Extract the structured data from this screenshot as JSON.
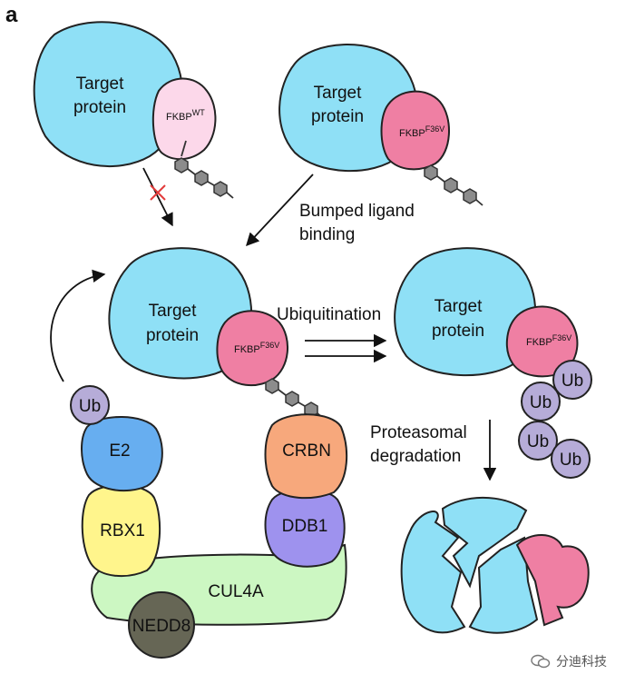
{
  "panel_label": "a",
  "target_protein": {
    "line1": "Target",
    "line2": "protein"
  },
  "fkbp": {
    "base": "FKBP",
    "wt_sup": "WT",
    "mut_sup": "F36V"
  },
  "arrows": {
    "bumped": {
      "line1": "Bumped ligand",
      "line2": "binding"
    },
    "ubiquitination": "Ubiquitination",
    "proteasomal": {
      "line1": "Proteasomal",
      "line2": "degradation"
    }
  },
  "complex": {
    "ub": "Ub",
    "e2": "E2",
    "rbx1": "RBX1",
    "crbn": "CRBN",
    "ddb1": "DDB1",
    "cul4a": "CUL4A",
    "nedd8": "NEDD8"
  },
  "ub_chain": [
    "Ub",
    "Ub",
    "Ub",
    "Ub"
  ],
  "watermark": "分迪科技",
  "colors": {
    "target": "#8fe0f6",
    "fkbp_wt": "#fcd8ea",
    "fkbp_mut": "#ef7fa3",
    "ub": "#b6acd8",
    "e2": "#67aef0",
    "rbx1": "#fff58c",
    "crbn": "#f7a87c",
    "ddb1": "#9e92ee",
    "cul4a": "#ccf7c2",
    "nedd8": "#666655",
    "ligand": "#8c8c8c",
    "block_x": "#e23b3b"
  }
}
